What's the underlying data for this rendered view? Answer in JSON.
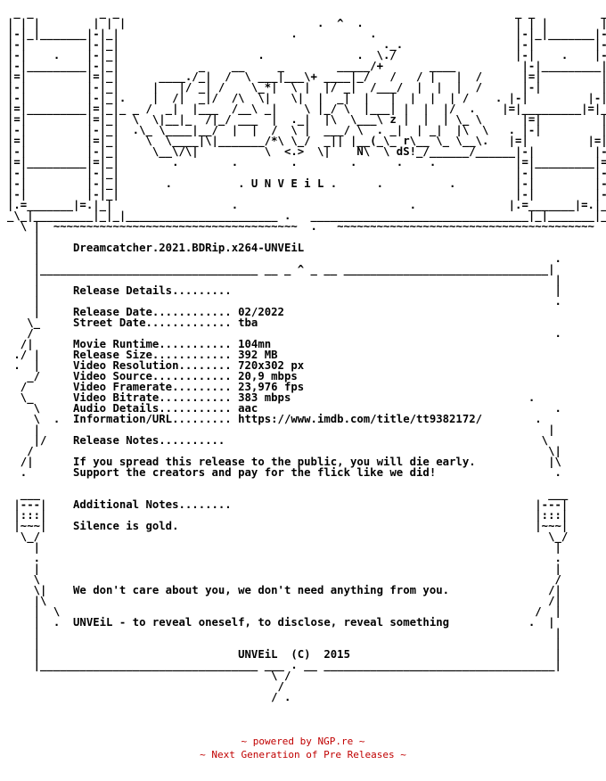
{
  "nfo_text": " _ _          _ _                                                            _ _          _ _\n| | |        | | |                             .  ^  .                       | | |        | | |\n|-|_|_______|-|_|                          .           .                     |-|_|_______|-|_|\n|-|         |-|_|                                        ._.                 |-|         |-|_|\n|-|    .    |-|_|                     .              .  \\./                  |-|    .    |-|_|\n|-|_________|-|_|            _    __     _        _____/+       ____          |-|_________|-|_|\n|=|         |=|_|      ____./_|  /  \\ ___|___\\+ ____|_/   /   / |   |  /      |=|         |=|_|\n|-|         |-|_|     |   |/ _| /    \\_*|  \\ |  |/ _|  /___/  |  |  |  /      |-|         |-|_|\n|-|         |-|_|.    |  /|  _|/  /\\  \\|   \\|  |  _|  |   |  |  |  | /    . |-|         |-|_|\n|=|_________|=|_|_ _ /  _|  |___  /__\\ _|    \\ |_/ \\  |___| |  |  |/  .    |=|_________|=|_|\n|=|         |=|_|  \\  \\|__|_  /|_/ ___  |  ._|  |\\  \\___\\ z |  |  | \\_ \\      |=|         |=|_|\n|-|         |-|_|  .\\_ \\____|__/  |  |  /  \\ |  ___/ \\  . _|  | _|  |\\  \\   . |-|         |-|_|\n|=|         |=|_|    \\  \\____|\\|_______/*\\ \\_/  _|| |__(_\\_ r\\__ \\_ \\__\\.   |=|         |=|_|\n|-|         |-|_|     \\__\\/\\|          \\  <.>  \\|    N\\  \\ dS!_/______/______|-|         |-|_|\n|=|_________|=|_|        .        .        .        .      .    .            |=|_________|=|_|\n|-|         |-|_|                                                            |-|         |-|_|\n|-|         |-|_|       .          . U N V E i L .      .          .         |-|         |-|_|\n|-|         |-|_|                                                            |-|         |-|_|\n|.=_______|=.|_|                  .                          .              |.=_______|=.|_|\n_\\_|_________|_|_|_______________________ .   _________________________________|_|_______|_|_/_\n  \\ |  ~~~~~~~~~~~~~~~~~~~~~~~~~~~~~~~~~~~~~  .   ~~~~~~~~~~~~~~~~~~~~~~~~~~~~~~~~~~~~~~~  |/\n    |\n    |     Dreamcatcher.2021.BDRip.x264-UNVEiL\n    |                                                                              .\n    |_________________________________ __ _ ^ _ __ _______________________________|\n    |                                                                              |\n    |     Release Details.........                                                 |\n    |                                                                              .\n    |     Release Date............ 02/2022\n   \\_     Street Date............. tba\n   /                                                                               .\n  /|      Movie Runtime........... 104mn\n ./ |     Release Size............ 392 MB\n .  |     Video Resolution........ 720x302 px\n   _/     Video Source............ 20,9 mbps\n  /       Video Framerate......... 23,976 fps\n  \\_      Video Bitrate........... 383 mbps                                    .\n    \\     Audio Details........... aac                                             .\n    \\  .  Information/URL......... https://www.imdb.com/title/tt9382172/        .\n    |                                                                             |\n    |/    Release Notes..........                                                \\\n   /                                                                              \\|\n  /|      If you spread this release to the public, you will die early.           |\\\n  .       Support the creators and pay for the flick like we did!                  .\n\n  ___                                                                             ___\n |---|    Additional Notes........                                              |---|\n |:::|                                                                          |:::|\n |~~~|    Silence is gold.                                                      |~~~|\n  \\_/                                                                             \\_/\n    |                                                                              |\n    .                                                                              .\n    |                                                                              |\n    \\                                                                              /\n    \\|    We don't care about you, we don't need anything from you.               /|\n    |\\                                                                            /|\n    |  \\                                                                        /  |\n    |  .  UNVEiL - to reveal oneself, to disclose, reveal something            .  |\n    |                                                                              |\n    |                                                                              |\n    |                              UNVEiL  (C)  2015                               |\n    |_________________________________ ___ . __ ___________________________________|\n                                        \\ /\n                                         /\n                                        / .",
  "footer": {
    "line1": "~ powered by NGP.re ~",
    "line2": "~ Next Generation of Pre Releases ~"
  },
  "colors": {
    "text": "#000000",
    "footer": "#c00000",
    "background": "#ffffff"
  }
}
